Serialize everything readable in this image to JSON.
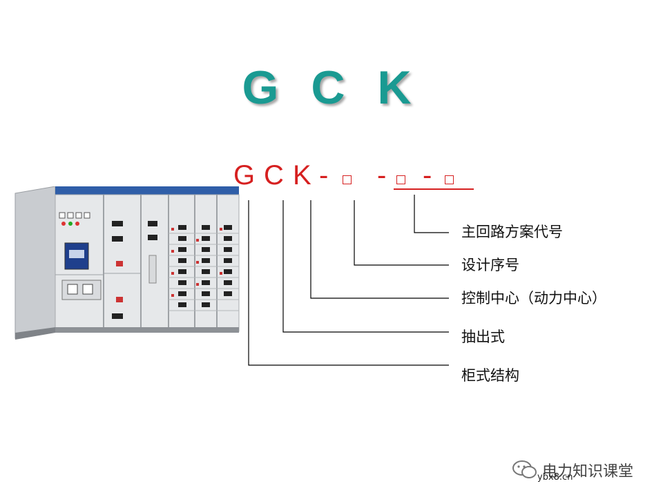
{
  "title": "G C K",
  "code": {
    "letters": [
      "G",
      "C",
      "K"
    ],
    "dash": "-",
    "box_glyph": "□"
  },
  "labels": [
    "主回路方案代号",
    "设计序号",
    "控制中心（动力中心）",
    "抽出式",
    "柜式结构"
  ],
  "watermark": {
    "name": "电力知识课堂",
    "url": "ybx8.cn"
  },
  "colors": {
    "title": "#1a9a92",
    "code": "#d62020",
    "lines": "#000000"
  }
}
